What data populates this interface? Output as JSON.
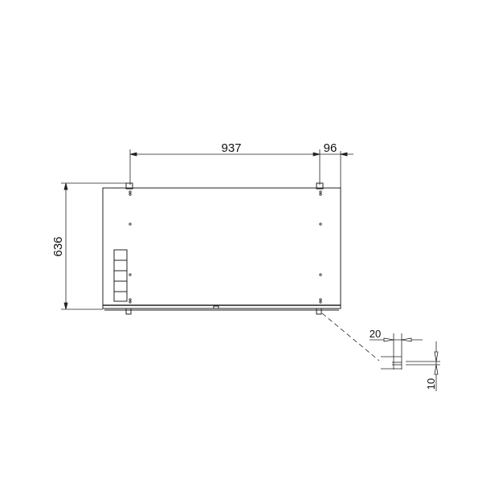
{
  "drawing": {
    "dimensions": {
      "top_span": "937",
      "right_offset": "96",
      "height": "636",
      "detail_width": "20",
      "detail_height": "10"
    },
    "colors": {
      "line": "#222222",
      "background": "#ffffff"
    }
  }
}
